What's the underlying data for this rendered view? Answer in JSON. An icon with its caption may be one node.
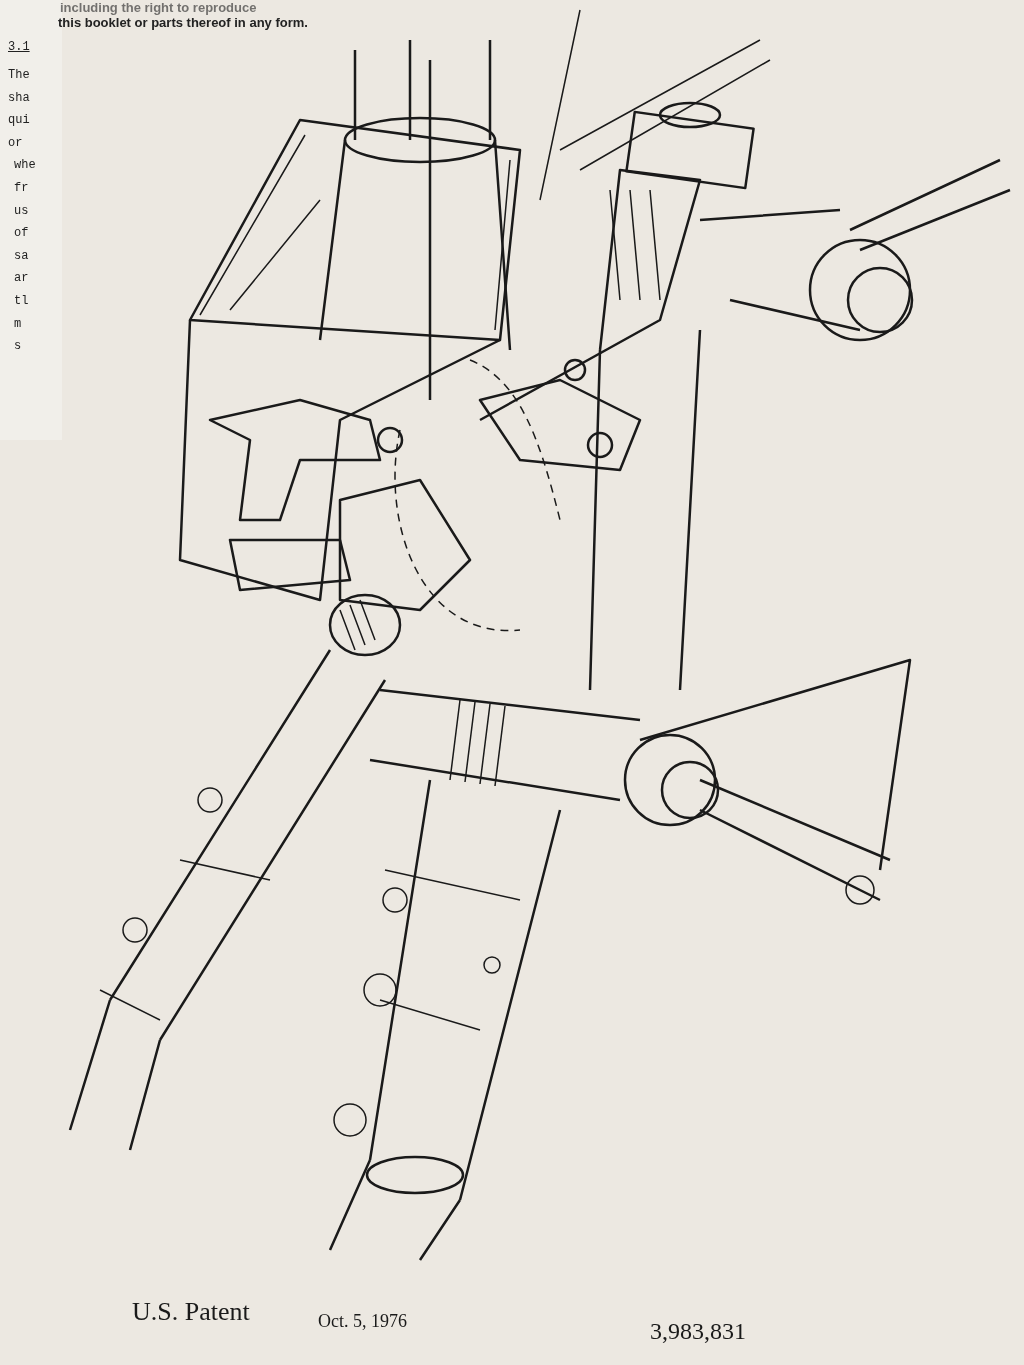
{
  "diagram": {
    "labels": [
      "including the right to reproduce",
      "this booklet or parts thereof in any form.",
      "3.1",
      "The",
      "sha",
      "qui",
      "or",
      "whe",
      "fr",
      "us",
      "of",
      "sa",
      "ar",
      "tl",
      "m",
      "s",
      "U.S. Patent",
      "Oct. 5, 1976",
      "3,983,831"
    ]
  }
}
